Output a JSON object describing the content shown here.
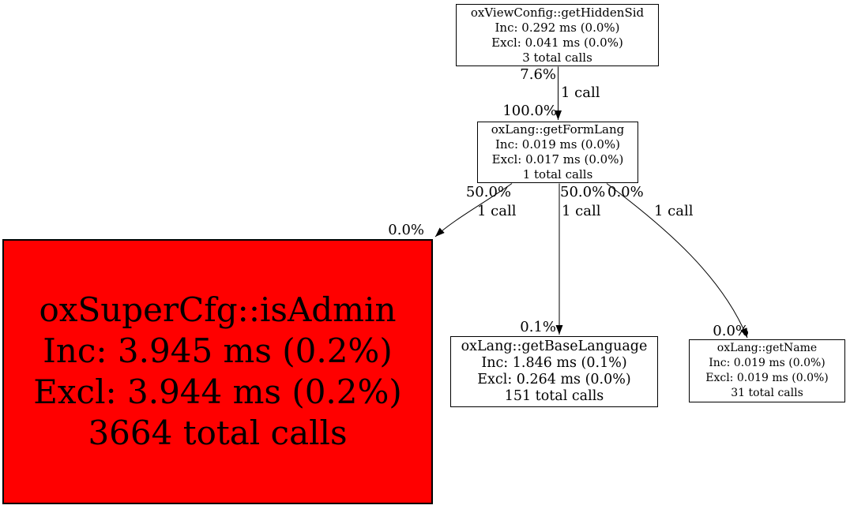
{
  "diagram": {
    "type": "profiler-call-graph",
    "background_color": "#ffffff",
    "node_border_color": "#000000",
    "default_node_fill": "#ffffff",
    "hot_node_fill": "#ff0000",
    "edge_color": "#000000"
  },
  "nodes": [
    {
      "id": "n1",
      "name": "oxViewConfig::getHiddenSid",
      "inc": "Inc: 0.292 ms (0.0%)",
      "excl": "Excl: 0.041 ms (0.0%)",
      "calls": "3 total calls",
      "fill": "#ffffff"
    },
    {
      "id": "n2",
      "name": "oxLang::getFormLang",
      "inc": "Inc: 0.019 ms (0.0%)",
      "excl": "Excl: 0.017 ms (0.0%)",
      "calls": "1 total calls",
      "fill": "#ffffff"
    },
    {
      "id": "n3",
      "name": "oxSuperCfg::isAdmin",
      "inc": "Inc: 3.945 ms (0.2%)",
      "excl": "Excl: 3.944 ms (0.2%)",
      "calls": "3664 total calls",
      "fill": "#ff0000"
    },
    {
      "id": "n4",
      "name": "oxLang::getBaseLanguage",
      "inc": "Inc: 1.846 ms (0.1%)",
      "excl": "Excl: 0.264 ms (0.0%)",
      "calls": "151 total calls",
      "fill": "#ffffff"
    },
    {
      "id": "n5",
      "name": "oxLang::getName",
      "inc": "Inc: 0.019 ms (0.0%)",
      "excl": "Excl: 0.019 ms (0.0%)",
      "calls": "31 total calls",
      "fill": "#ffffff"
    }
  ],
  "edges": [
    {
      "from": "oxViewConfig::getHiddenSid",
      "to": "oxLang::getFormLang",
      "source_pct": "7.6%",
      "calls": "1 call",
      "target_pct": "100.0%"
    },
    {
      "from": "oxLang::getFormLang",
      "to": "oxSuperCfg::isAdmin",
      "source_pct": "50.0%",
      "calls": "1 call",
      "target_pct": "0.0%"
    },
    {
      "from": "oxLang::getFormLang",
      "to": "oxLang::getBaseLanguage",
      "source_pct": "50.0%",
      "calls": "1 call",
      "target_pct": "0.1%"
    },
    {
      "from": "oxLang::getFormLang",
      "to": "oxLang::getName",
      "source_pct": "0.0%",
      "calls": "1 call",
      "target_pct": "0.0%"
    }
  ]
}
